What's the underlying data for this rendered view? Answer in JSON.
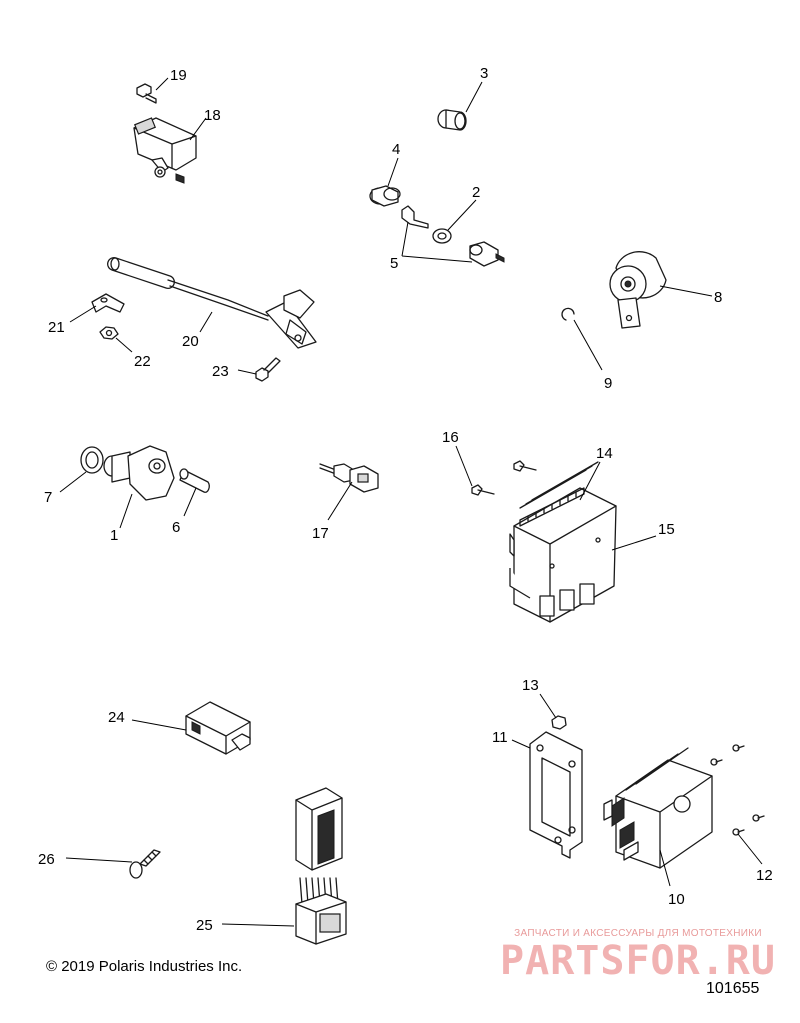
{
  "callouts": [
    "1",
    "2",
    "3",
    "4",
    "5",
    "6",
    "7",
    "8",
    "9",
    "10",
    "11",
    "12",
    "13",
    "14",
    "15",
    "16",
    "17",
    "18",
    "19",
    "20",
    "21",
    "22",
    "23",
    "24",
    "25",
    "26"
  ],
  "copyright": "© 2019 Polaris Industries Inc.",
  "figure_number": "101655",
  "watermark": {
    "tagline": "ЗАПЧАСТИ И АКСЕССУАРЫ ДЛЯ МОТОТЕХНИКИ",
    "logo": "PARTSFOR.RU"
  }
}
